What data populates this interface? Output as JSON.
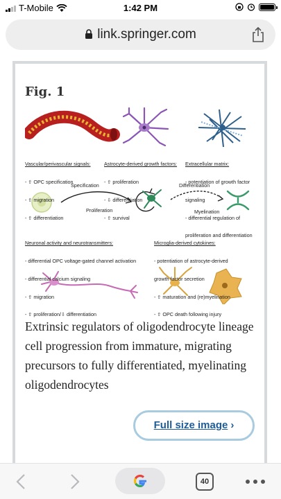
{
  "status_bar": {
    "carrier": "T-Mobile",
    "time": "1:42 PM",
    "battery_level": 1.0
  },
  "browser": {
    "url": "link.springer.com",
    "tab_count": "40"
  },
  "article": {
    "figure_label": "Fig. 1",
    "caption": "Extrinsic regulators of oligodendrocyte lineage cell progression from immature, migrating precursors to fully differentiated, myelinating oligodendrocytes",
    "full_size_button": "Full size image"
  },
  "figure": {
    "vascular": {
      "heading": "Vascular/perivascular signals:",
      "lines": [
        "- ⇧ OPC specification",
        "- ⇧ migration",
        "- ⇧ differentiation"
      ]
    },
    "astrocyte": {
      "heading": "Astrocyte-derived growth factors:",
      "lines": [
        "- ⇧ proliferation",
        "- ⇩ differentiation",
        "- ⇧ survival"
      ]
    },
    "ecm": {
      "heading": "Extracellular matrix:",
      "lines": [
        "- potentiation of growth factor",
        "signaling",
        "- differential regulation of",
        "proliferation and differentiation"
      ]
    },
    "stages": {
      "specification": "Specification",
      "proliferation": "Proliferation",
      "differentiation": "Differentiation",
      "myelination": "Myelination"
    },
    "neuronal": {
      "heading": "Neuronal activity and neurotransmitters:",
      "lines": [
        "- differential OPC voltage-gated channel activation",
        "- differential calcium signaling",
        "- ⇧ migration",
        "- ⇧ proliferation/⇩ differentiation"
      ]
    },
    "microglia": {
      "heading": "Microglia-derived cytokines:",
      "lines": [
        "- potentiation of astrocyte-derived",
        "growth factor secretion",
        "- ⇧ maturation and (re)myelination",
        "- ⇧ OPC death following injury"
      ]
    }
  }
}
